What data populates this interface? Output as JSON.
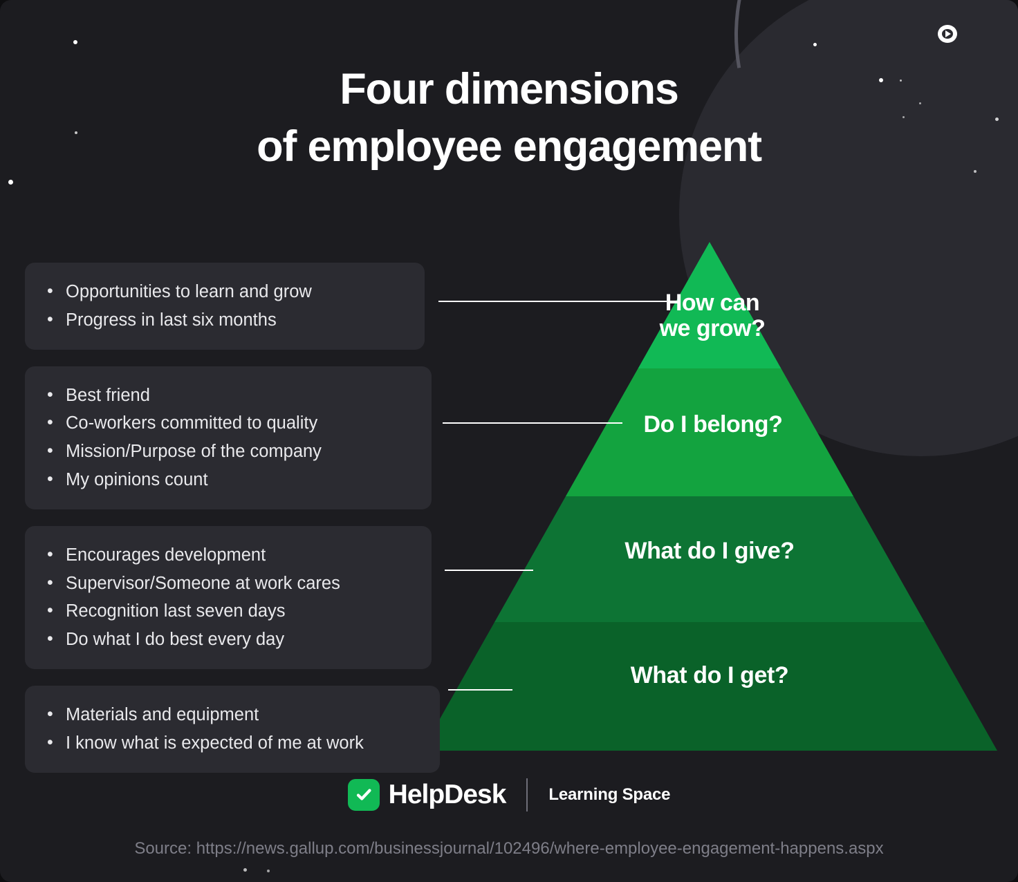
{
  "title": {
    "line1": "Four dimensions",
    "line2": "of employee engagement"
  },
  "boxes": [
    {
      "id": "grow",
      "items": [
        "Opportunities to learn and grow",
        "Progress in last six months"
      ]
    },
    {
      "id": "belong",
      "items": [
        "Best friend",
        "Co-workers committed to quality",
        "Mission/Purpose of the company",
        "My opinions count"
      ]
    },
    {
      "id": "give",
      "items": [
        "Encourages development",
        "Supervisor/Someone at work cares",
        "Recognition last seven days",
        "Do what I do best every day"
      ]
    },
    {
      "id": "get",
      "items": [
        "Materials and equipment",
        "I know what is expected of me at work"
      ]
    }
  ],
  "pyramid": {
    "tiers": [
      {
        "label": "How can we grow?",
        "color": "#11b955"
      },
      {
        "label": "Do I belong?",
        "color": "#13a33f"
      },
      {
        "label": "What do I give?",
        "color": "#0d7434"
      },
      {
        "label": "What do I get?",
        "color": "#0a6229"
      }
    ]
  },
  "footer": {
    "brand_name": "HelpDesk",
    "brand_sub": "Learning Space",
    "logo_icon": "check-square-icon",
    "source": "Source: https://news.gallup.com/businessjournal/102496/where-employee-engagement-happens.aspx"
  },
  "theme": {
    "background": "#1c1c20",
    "box_background": "#2b2b31",
    "text": "#ffffff",
    "muted_text": "#7e7e88",
    "accent": "#11b955"
  }
}
